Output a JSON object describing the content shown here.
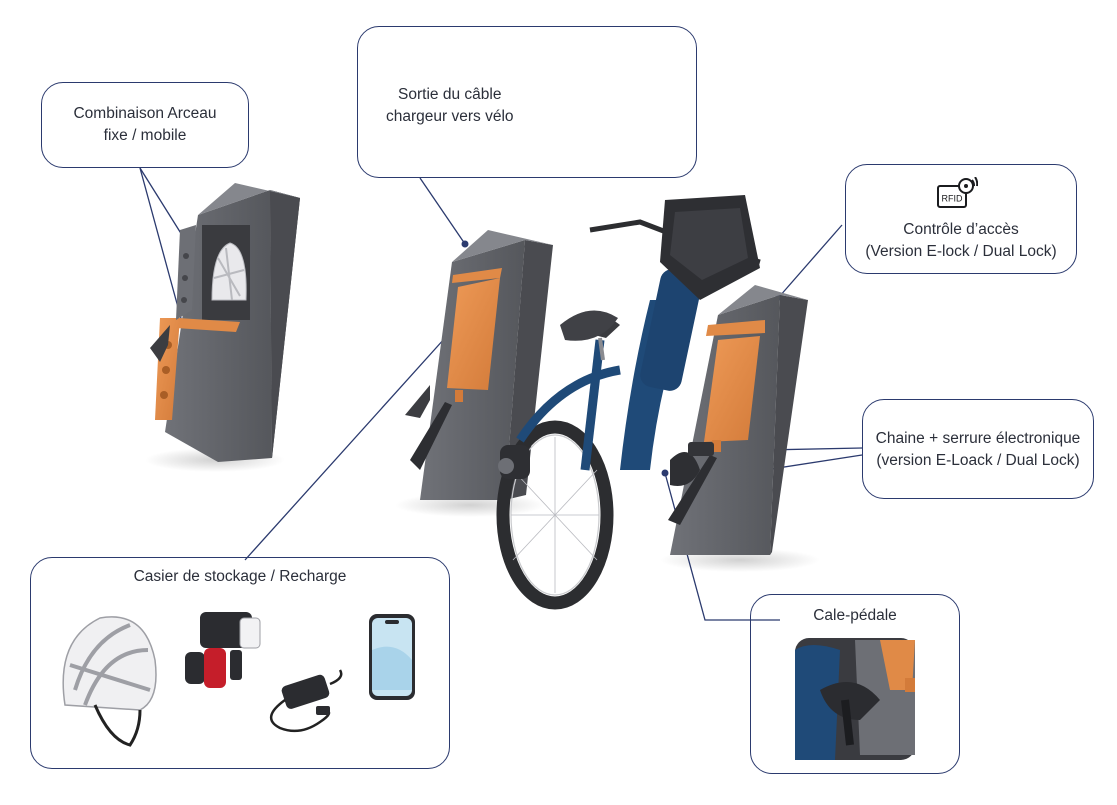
{
  "callouts": {
    "arceau": {
      "line1": "Combinaison Arceau",
      "line2": "fixe / mobile"
    },
    "cable": {
      "line1": "Sortie du câble",
      "line2": "chargeur vers vélo"
    },
    "access": {
      "icon": "rfid-icon",
      "icon_text": "RFID",
      "line1": "Contrôle d’accès",
      "line2": "(Version E-lock / Dual Lock)"
    },
    "chain": {
      "line1": "Chaine + serrure électronique",
      "line2": "(version E-Loack / Dual Lock)"
    },
    "locker": {
      "title": "Casier de stockage / Recharge",
      "items": [
        "helmet",
        "bike-light",
        "charger",
        "smartphone"
      ]
    },
    "pedal": {
      "title": "Cale-pédale"
    }
  },
  "colors": {
    "outline": "#2b3a6e",
    "terminal_body": "#5e6066",
    "terminal_light": "#7d7f85",
    "terminal_dark": "#48494e",
    "orange": "#e08a47",
    "bike_blue": "#1f4a78",
    "tire": "#2c2d30"
  }
}
